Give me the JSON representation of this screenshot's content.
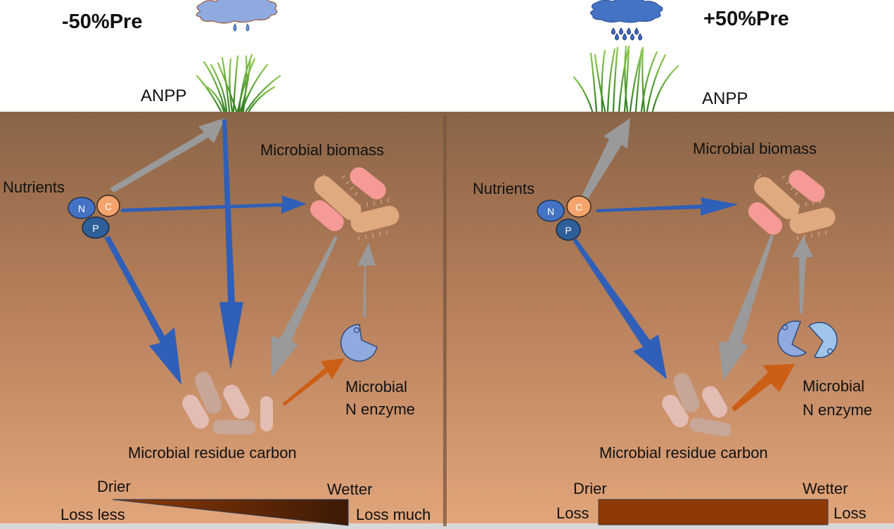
{
  "panels": [
    {
      "id": "drought",
      "title": "-50%Pre",
      "precipitation_icon": "cloud-light-rain-icon",
      "raindrops": 2,
      "plant_label": "ANPP",
      "nutrients_label": "Nutrients",
      "nutrient_symbols": [
        "N",
        "C",
        "P"
      ],
      "biomass_label": "Microbial biomass",
      "enzyme_label_line1": "Microbial",
      "enzyme_label_line2": "N enzyme",
      "enzyme_count": 1,
      "residue_label": "Microbial residue carbon",
      "gradient": {
        "left_top": "Drier",
        "right_top": "Wetter",
        "left_bottom": "Loss less",
        "right_bottom": "Loss much",
        "shape": "wedge"
      }
    },
    {
      "id": "wet",
      "title": "+50%Pre",
      "precipitation_icon": "cloud-heavy-rain-icon",
      "raindrops": 8,
      "plant_label": "ANPP",
      "nutrients_label": "Nutrients",
      "nutrient_symbols": [
        "N",
        "C",
        "P"
      ],
      "biomass_label": "Microbial biomass",
      "enzyme_label_line1": "Microbial",
      "enzyme_label_line2": "N enzyme",
      "enzyme_count": 2,
      "residue_label": "Microbial residue carbon",
      "gradient": {
        "left_top": "Drier",
        "right_top": "Wetter",
        "left_bottom": "Loss",
        "right_bottom": "Loss",
        "shape": "bar"
      }
    }
  ],
  "colors": {
    "soil_top": "#8a6447",
    "soil_bottom": "#e2a67c",
    "blue_arrow": "#2f5fb8",
    "gray_arrow": "#9a9a9a",
    "orange_arrow": "#cc5f16",
    "nutrient_N": "#4472c4",
    "nutrient_C": "#f4a46c",
    "nutrient_P": "#2e5f99",
    "bacteria_tan": "#e0aa80",
    "bacteria_pink": "#f59a96",
    "enzyme_blue": "#8eaadf",
    "enzyme_light": "#9fc5ea",
    "wedge_dark": "#4a1f05",
    "bar_brown": "#8e3a06"
  }
}
